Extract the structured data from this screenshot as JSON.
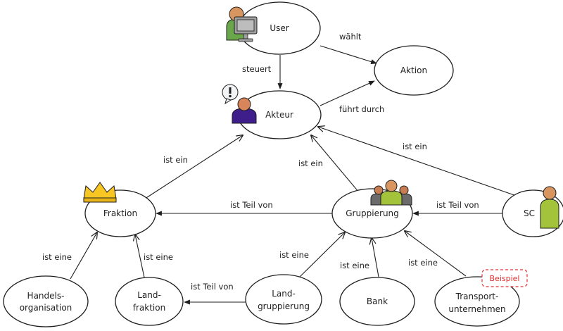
{
  "nodes": {
    "user": "User",
    "aktion": "Aktion",
    "akteur": "Akteur",
    "fraktion": "Fraktion",
    "gruppierung": "Gruppierung",
    "sc": "SC",
    "handelsorganisation": [
      "Handels-",
      "organisation"
    ],
    "landfraktion": [
      "Land-",
      "fraktion"
    ],
    "landgruppierung": [
      "Land-",
      "gruppierung"
    ],
    "bank": "Bank",
    "transportunternehmen": [
      "Transport-",
      "unternehmen"
    ]
  },
  "edges": {
    "user_aktion": "wählt",
    "user_akteur": "steuert",
    "akteur_aktion": "führt durch",
    "fraktion_akteur": "ist ein",
    "gruppierung_akteur": "ist ein",
    "sc_akteur": "ist ein",
    "gruppierung_fraktion": "ist Teil von",
    "sc_gruppierung": "ist Teil von",
    "handels_fraktion": "ist eine",
    "landfraktion_fraktion": "ist eine",
    "landgruppierung_gruppierung": "ist eine",
    "bank_gruppierung": "ist eine",
    "transport_gruppierung": "ist eine",
    "landgruppierung_landfraktion": "ist Teil von"
  },
  "badge": {
    "beispiel": "Beispiel"
  },
  "icons": {
    "user": "person-at-computer-icon",
    "akteur": "person-exclamation-icon",
    "fraktion": "crown-icon",
    "gruppierung": "group-icon",
    "sc": "person-icon"
  }
}
